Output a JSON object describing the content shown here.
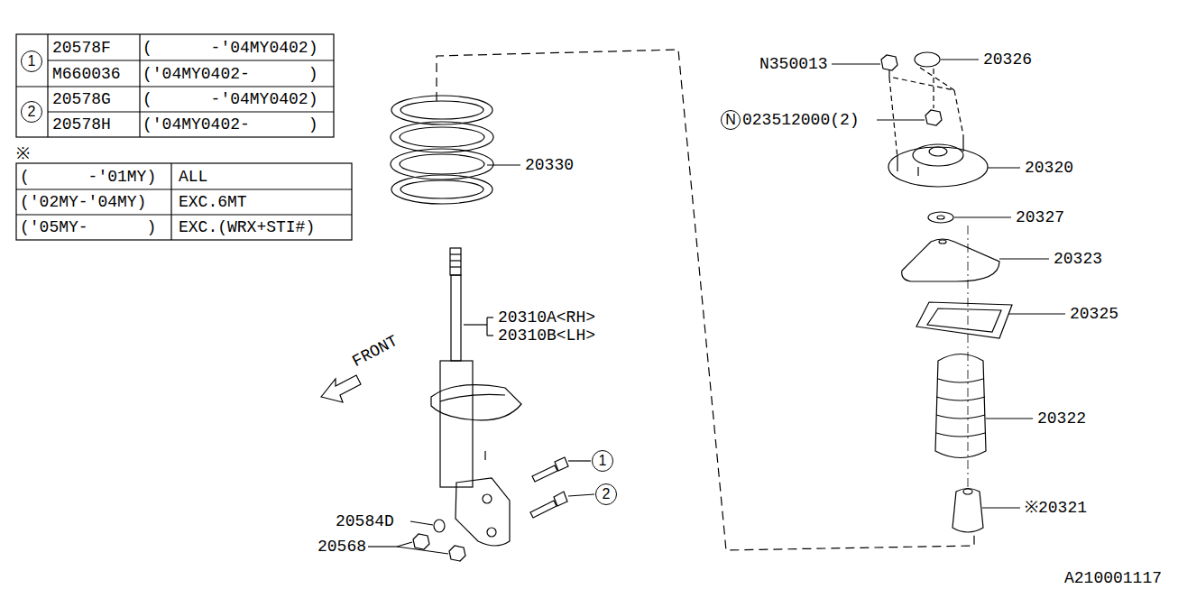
{
  "diagram": {
    "nodes": [
      {
        "text": [
          "1"
        ]
      },
      {
        "text": [
          "2"
        ]
      },
      {
        "text": [
          "N"
        ]
      },
      {
        "text": [
          "1"
        ]
      },
      {
        "text": [
          "2"
        ]
      }
    ],
    "labels": [
      "20578F",
      "(      -'04MY0402)",
      "M660036",
      "('04MY0402-      )",
      "20578G",
      "(      -'04MY0402)",
      "20578H",
      "('04MY0402-      )",
      "※",
      "(      -'01MY)",
      "ALL",
      "('02MY-'04MY)",
      "EXC.6MT",
      "('05MY-      )",
      "EXC.(WRX+STI#)",
      "20330",
      "20310A<RH>",
      "20310B<LH>",
      "FRONT",
      "20584D",
      "20568",
      "N350013",
      "20326",
      "023512000(2)",
      "20320",
      "20327",
      "20323",
      "20325",
      "20322",
      "※20321",
      "A210001117"
    ]
  }
}
